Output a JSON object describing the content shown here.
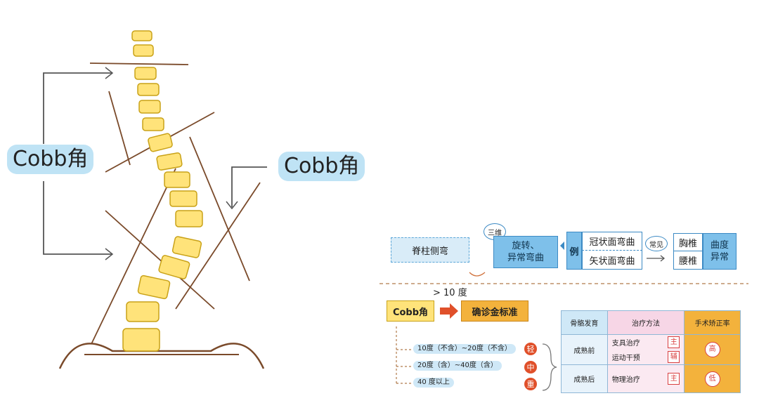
{
  "left": {
    "cobb_left": "Cobb角",
    "cobb_right": "Cobb角"
  },
  "flow": {
    "scoliosis": "脊柱侧弯",
    "three_d_tag": "三维",
    "rotation_line1": "旋转、",
    "rotation_line2": "异常弯曲",
    "example": "例",
    "coronal": "冠状面弯曲",
    "sagittal": "矢状面弯曲",
    "common_tag": "常见",
    "thoracic": "胸椎",
    "lumbar": "腰椎",
    "curvature_line1": "曲度",
    "curvature_line2": "异常"
  },
  "criteria": {
    "threshold": "> 10 度",
    "cobb": "Cobb角",
    "gold_standard": "确诊金标准"
  },
  "severity": [
    {
      "range": "10度（不含）~20度（不含）",
      "level": "轻"
    },
    {
      "range": "20度（含）~40度（含）",
      "level": "中"
    },
    {
      "range": "40 度以上",
      "level": "重"
    }
  ],
  "table": {
    "headers": [
      "骨骼发育",
      "治疗方法",
      "手术矫正率"
    ],
    "rows": [
      {
        "stage": "成熟前",
        "methods": [
          {
            "name": "支具治疗",
            "tag": "主"
          },
          {
            "name": "运动干预",
            "tag": "辅"
          }
        ],
        "rate": "高"
      },
      {
        "stage": "成熟后",
        "methods": [
          {
            "name": "物理治疗",
            "tag": "主"
          }
        ],
        "rate": "低"
      }
    ]
  },
  "colors": {
    "accent_blue": "#7ec0ea",
    "vertebra_yellow": "#ffe37a",
    "orange": "#f3b23c",
    "severity_red": "#e0502a"
  }
}
